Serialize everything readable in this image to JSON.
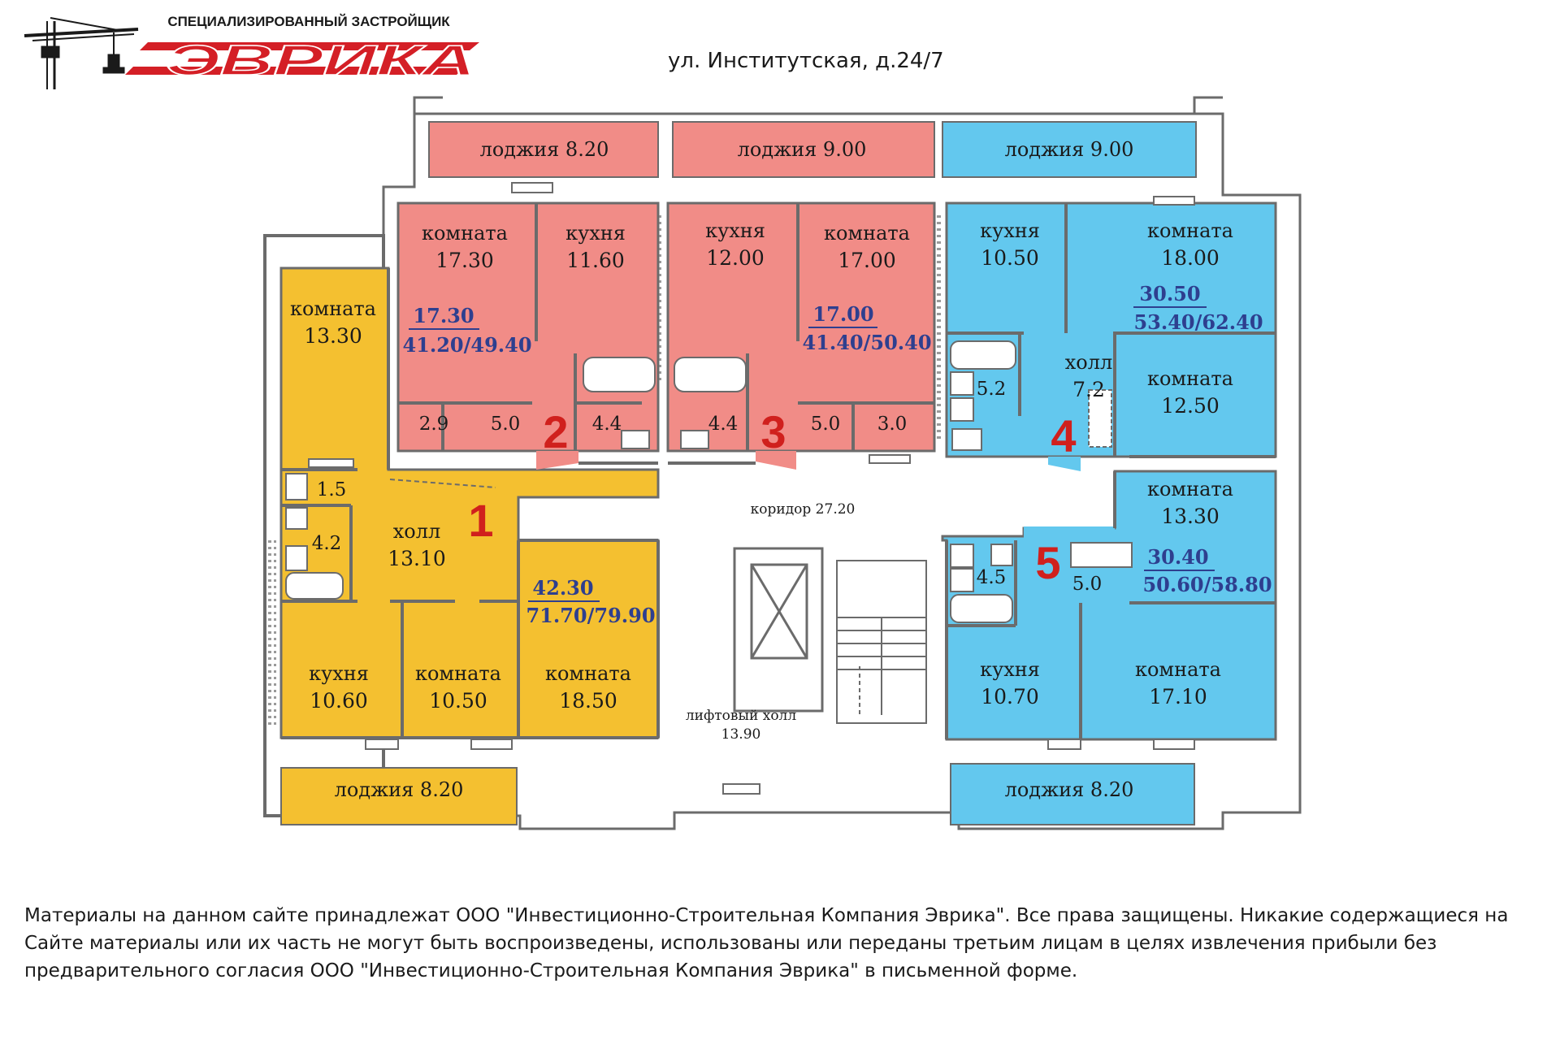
{
  "header": {
    "logo_text": "ЭВРИКА",
    "logo_caption": "СПЕЦИАЛИЗИРОВАННЫЙ ЗАСТРОЙЩИК",
    "address": "ул. Институтская, д.24/7"
  },
  "colors": {
    "apt1": "#f4c030",
    "apt23": "#f18c87",
    "apt45": "#63c8ee",
    "wall": "#6b6b6b",
    "number": "#d0201d",
    "summary": "#2e3f8f",
    "logo": "#d41f26"
  },
  "apartments": {
    "a1": {
      "number": "1",
      "summary_living": "42.30",
      "summary_total": "71.70/79.90",
      "room1_label": "комната",
      "room1_area": "13.30",
      "hall_label": "холл",
      "hall_area": "13.10",
      "wc_area": "1.5",
      "bath_area": "4.2",
      "kitchen_label": "кухня",
      "kitchen_area": "10.60",
      "room2_label": "комната",
      "room2_area": "10.50",
      "room3_label": "комната",
      "room3_area": "18.50",
      "loggia": "лоджия 8.20"
    },
    "a2": {
      "number": "2",
      "summary_living": "17.30",
      "summary_total": "41.20/49.40",
      "room_label": "комната",
      "room_area": "17.30",
      "kitchen_label": "кухня",
      "kitchen_area": "11.60",
      "area_a": "2.9",
      "area_b": "5.0",
      "bath_area": "4.4",
      "loggia": "лоджия 8.20"
    },
    "a3": {
      "number": "3",
      "summary_living": "17.00",
      "summary_total": "41.40/50.40",
      "kitchen_label": "кухня",
      "kitchen_area": "12.00",
      "room_label": "комната",
      "room_area": "17.00",
      "bath_area": "4.4",
      "area_a": "5.0",
      "area_b": "3.0",
      "loggia": "лоджия 9.00"
    },
    "a4": {
      "number": "4",
      "summary_living": "30.50",
      "summary_total": "53.40/62.40",
      "kitchen_label": "кухня",
      "kitchen_area": "10.50",
      "room1_label": "комната",
      "room1_area": "18.00",
      "hall_label": "холл",
      "hall_area": "7.2",
      "bath_area": "5.2",
      "room2_label": "комната",
      "room2_area": "12.50",
      "loggia": "лоджия 9.00"
    },
    "a5": {
      "number": "5",
      "summary_living": "30.40",
      "summary_total": "50.60/58.80",
      "room1_label": "комната",
      "room1_area": "13.30",
      "bath_area": "4.5",
      "hall_area": "5.0",
      "kitchen_label": "кухня",
      "kitchen_area": "10.70",
      "room2_label": "комната",
      "room2_area": "17.10",
      "loggia": "лоджия 8.20"
    }
  },
  "common": {
    "corridor": "коридор 27.20",
    "lift_hall_label": "лифтовый холл",
    "lift_hall_area": "13.90"
  },
  "footer": {
    "text": "Материалы на данном сайте принадлежат ООО \"Инвестиционно-Строительная Компания Эврика\". Все права защищены. Никакие содержащиеся на Сайте материалы или их часть не могут быть воспроизведены, использованы или переданы третьим лицам в целях извлечения прибыли без предварительного согласия ООО \"Инвестиционно-Строительная Компания Эврика\" в письменной форме."
  }
}
